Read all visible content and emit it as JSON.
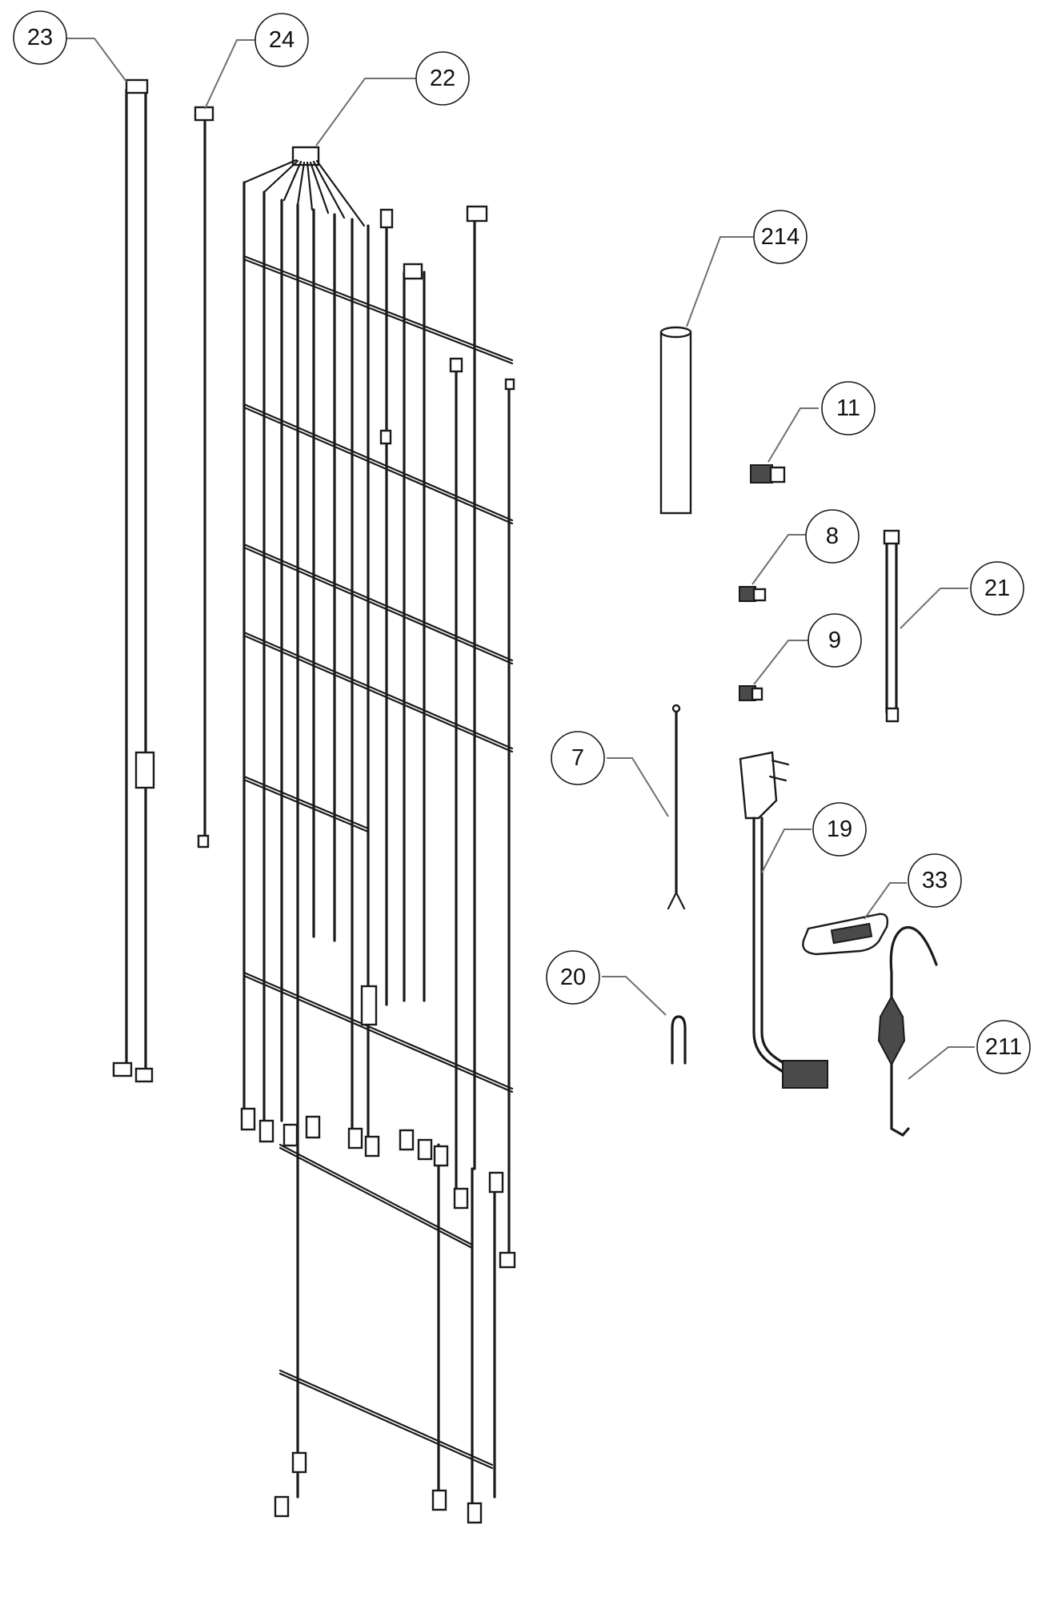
{
  "callouts": [
    "23",
    "24",
    "22",
    "214",
    "11",
    "8",
    "21",
    "9",
    "7",
    "19",
    "33",
    "20",
    "211"
  ],
  "colors": {
    "line": "#1a1a1a",
    "leader": "#707070",
    "background": "#ffffff"
  }
}
